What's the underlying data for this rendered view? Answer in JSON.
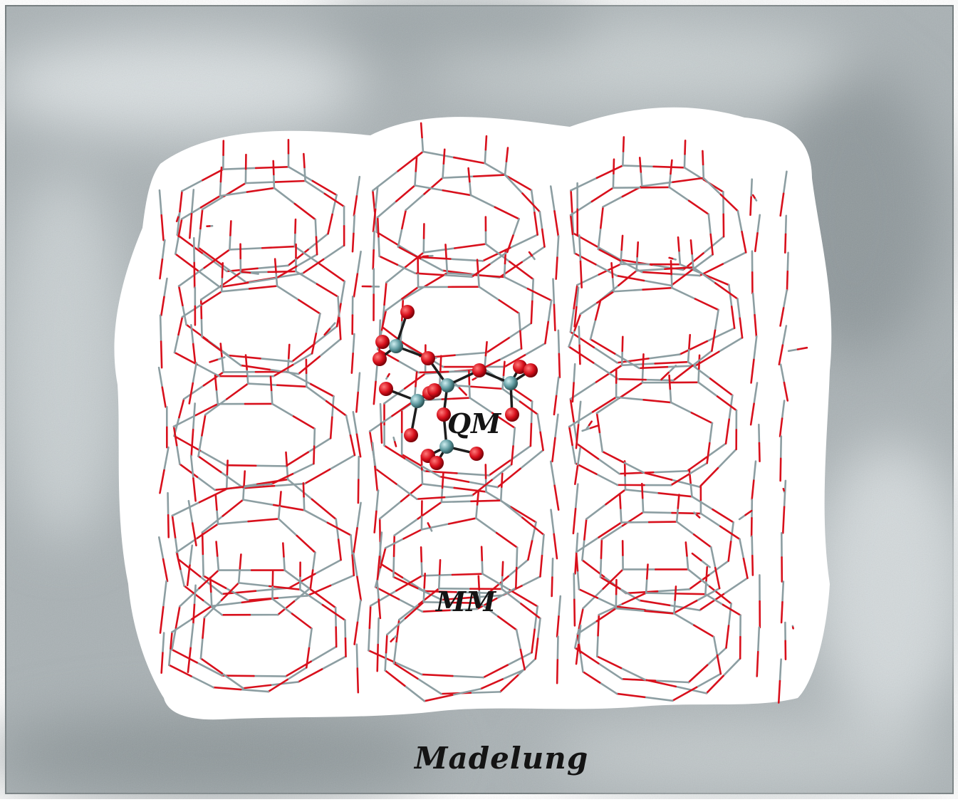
{
  "regions": {
    "qm": {
      "label": "QM"
    },
    "mm": {
      "label": "MM"
    },
    "madelung": {
      "label": "Madelung"
    }
  },
  "colors": {
    "background_gray": "#a9b1b4",
    "mm_region": "#ffffff",
    "framework_gray": "#8c9ea2",
    "oxygen_red": "#d8101c",
    "silicon_teal": "#5f9aa0",
    "label_text": "#141414"
  }
}
